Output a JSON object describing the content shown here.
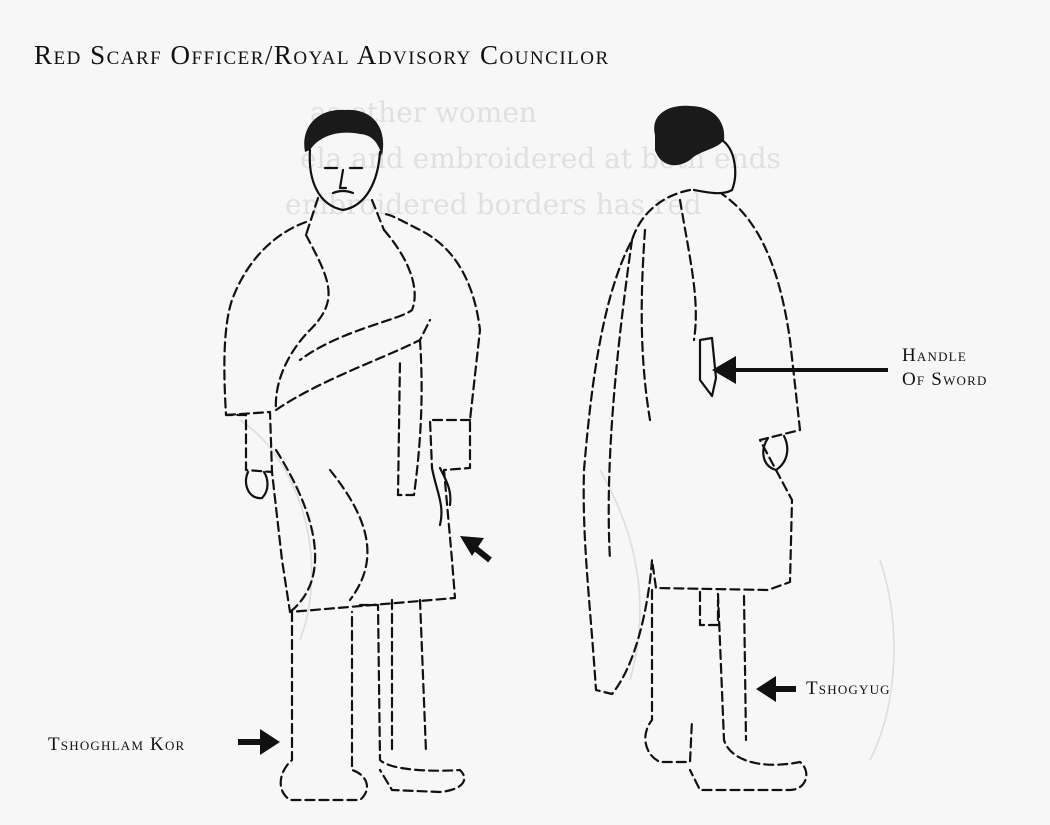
{
  "title": "Red Scarf Officer/Royal Advisory Councilor",
  "labels": {
    "handle_of_sword_line1": "Handle",
    "handle_of_sword_line2": "Of Sword",
    "tshogyug": "Tshogyug",
    "tshoglham_kor": "Tshoghlam Kor"
  },
  "figures": [
    "front-view-figure",
    "side-back-view-figure"
  ],
  "ink_color": "#111111",
  "paper_color": "#f7f7f7"
}
